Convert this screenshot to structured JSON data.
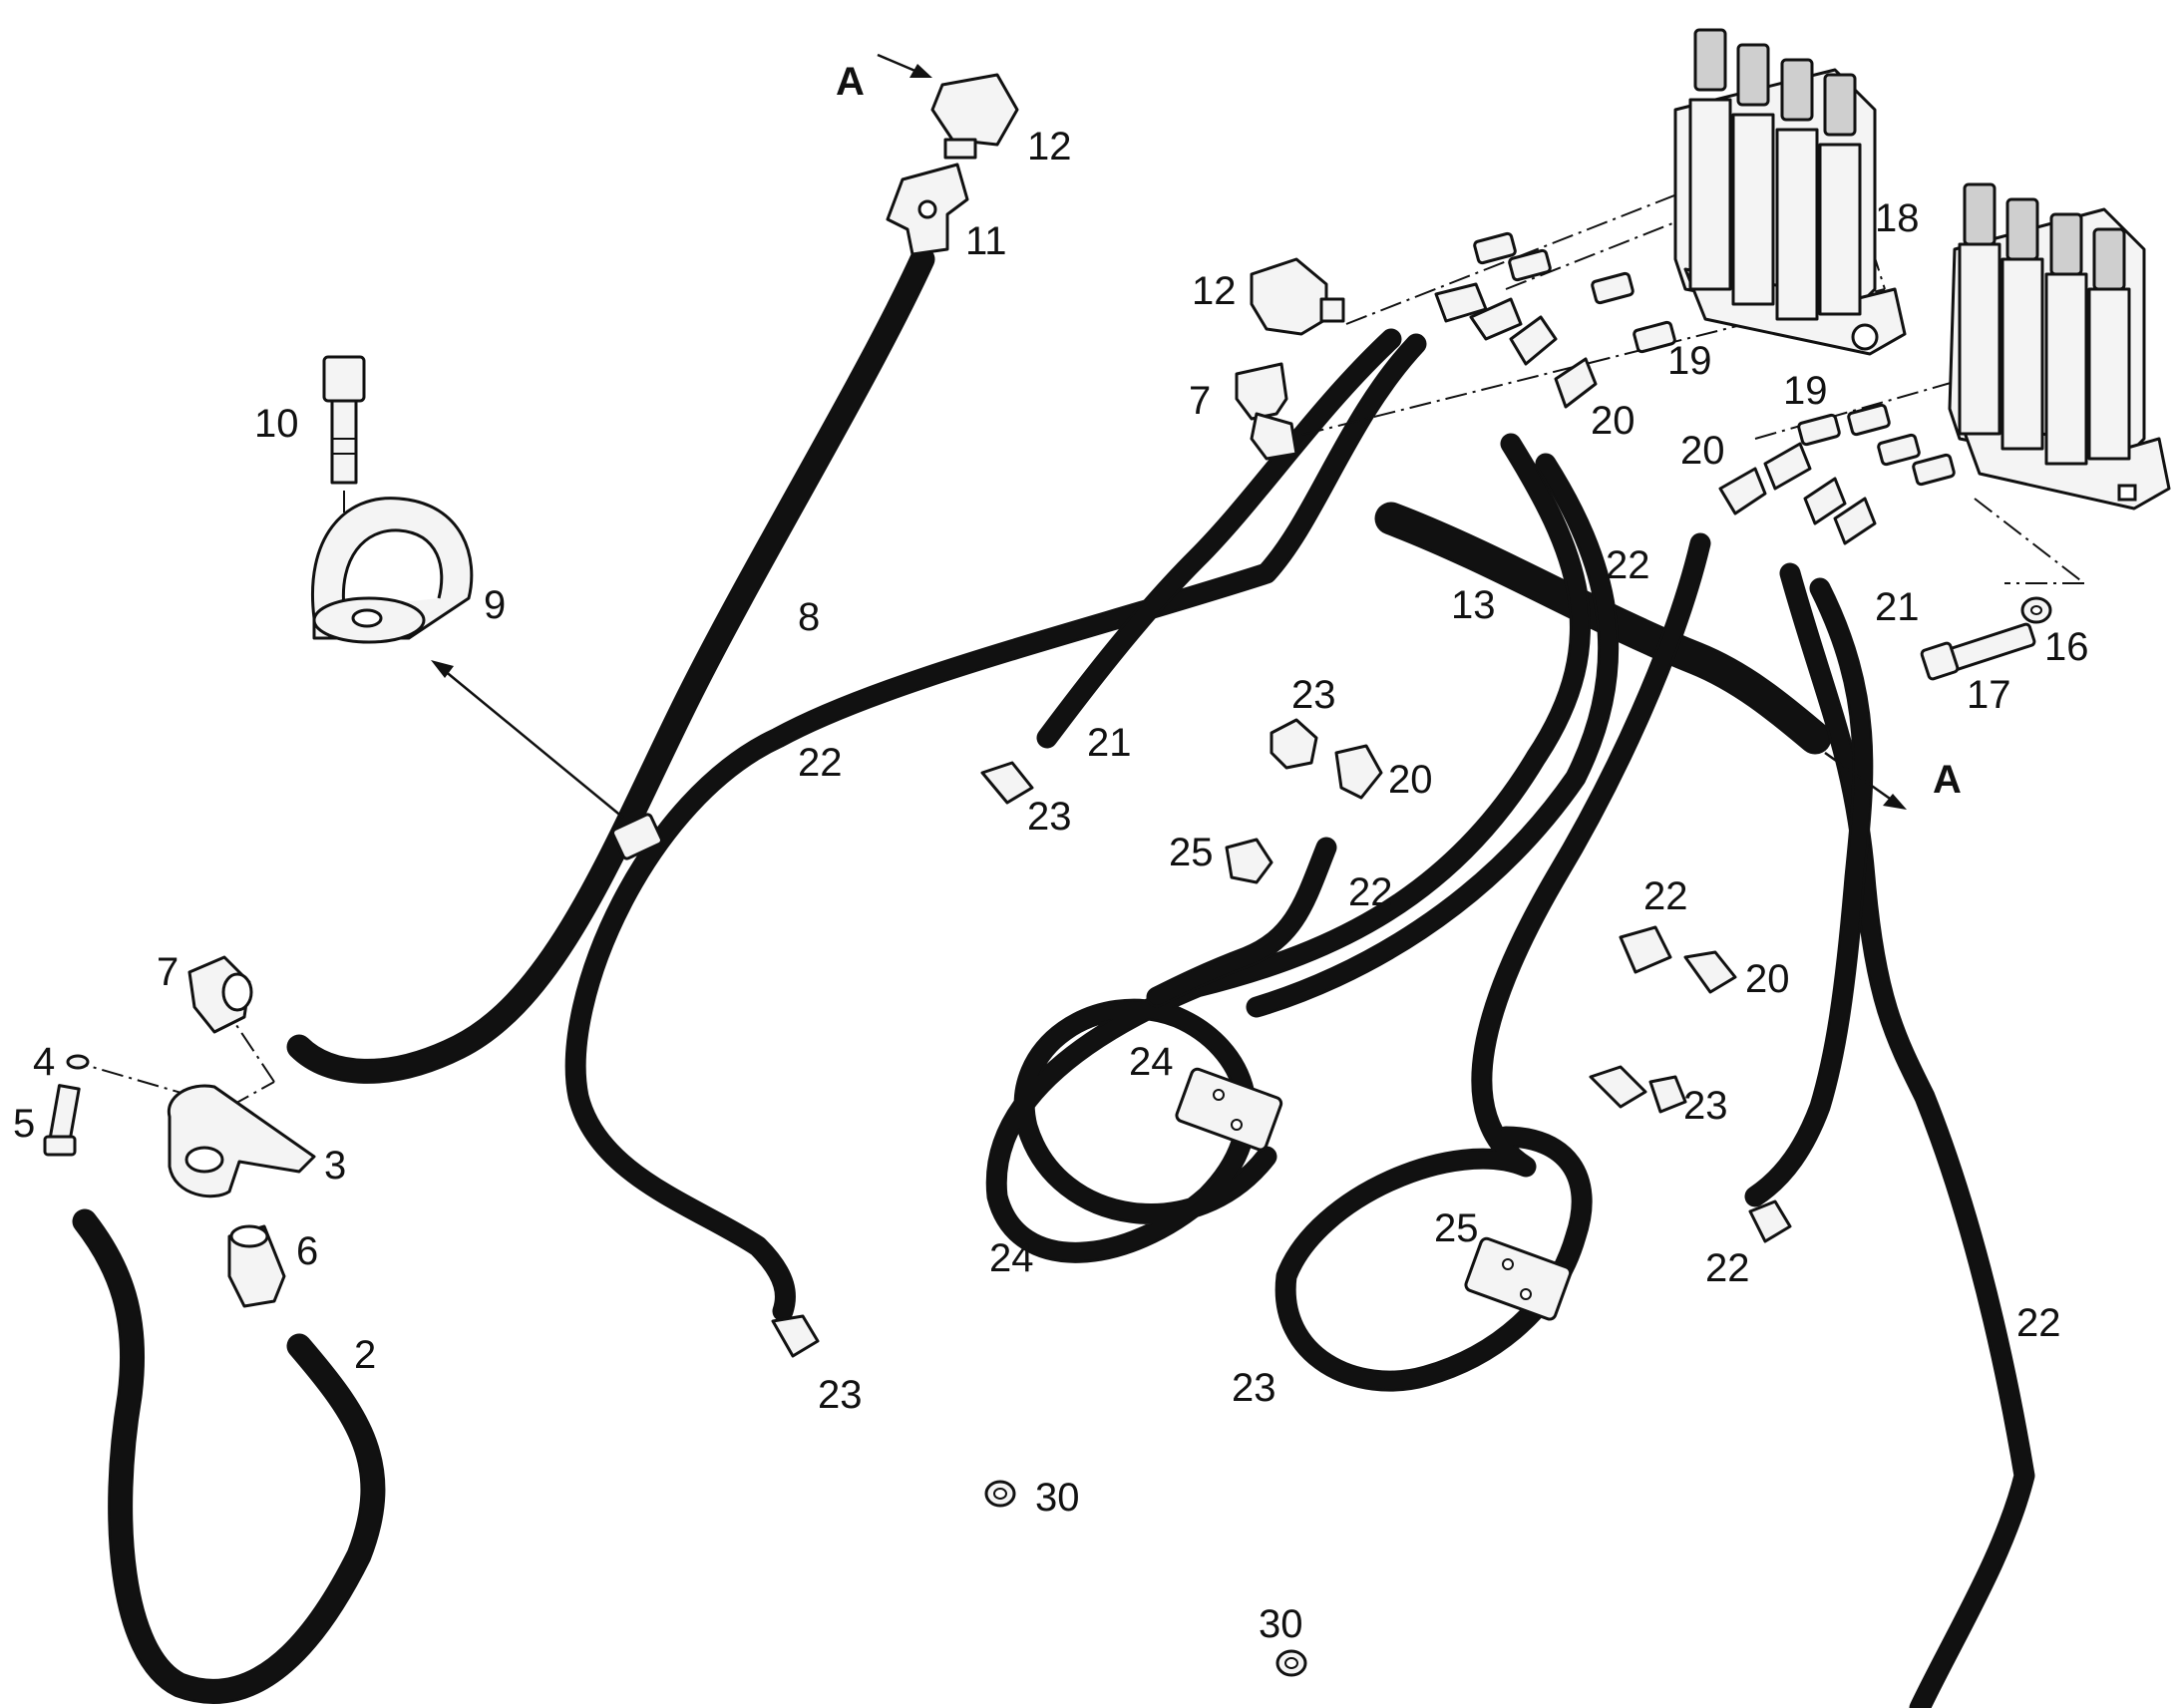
{
  "callouts": {
    "c1": "A",
    "c2": "12",
    "c3": "11",
    "c4": "10",
    "c5": "9",
    "c6": "8",
    "c7": "7",
    "c8": "4",
    "c9": "5",
    "c10": "3",
    "c11": "6",
    "c12": "2",
    "c13": "23",
    "c14": "22",
    "c15": "21",
    "c16": "23",
    "c17": "12",
    "c18": "7",
    "c19": "13",
    "c20": "22",
    "c21": "20",
    "c22": "19",
    "c23": "18",
    "c24": "19",
    "c25": "20",
    "c26": "21",
    "c27": "17",
    "c28": "16",
    "c29": "A",
    "c30": "23",
    "c31": "20",
    "c32": "25",
    "c33": "22",
    "c34": "24",
    "c35": "22",
    "c36": "20",
    "c37": "23",
    "c38": "25",
    "c39": "24",
    "c40": "22",
    "c41": "23",
    "c42": "22",
    "c43": "30",
    "c44": "30"
  }
}
